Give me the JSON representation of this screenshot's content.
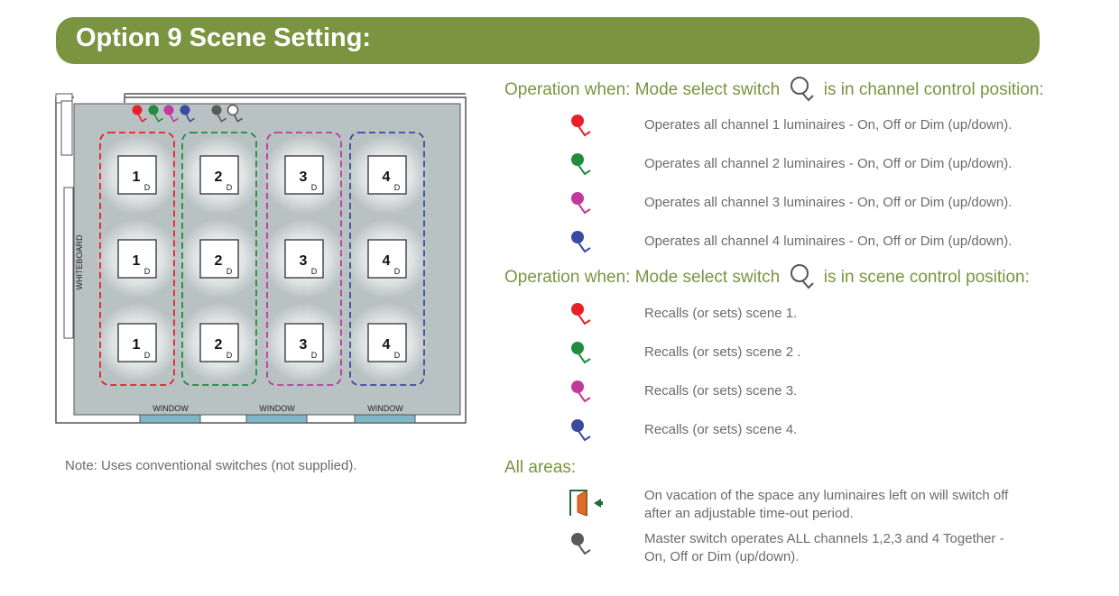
{
  "title": "Option 9 Scene Setting:",
  "colors": {
    "banner": "#7a9440",
    "heading": "#7a9440",
    "text": "#6b6b6b",
    "channel1": "#e8202a",
    "channel2": "#1f8c3e",
    "channel3": "#c0399c",
    "channel4": "#3a4aa0",
    "master": "#5a5a5a",
    "room_floor": "#b9c2c3",
    "window": "#7fb6c8"
  },
  "floorplan": {
    "whiteboard_label": "WHITEBOARD",
    "window_labels": [
      "WINDOW",
      "WINDOW",
      "WINDOW"
    ],
    "switch_icons": [
      "red-switch-icon",
      "green-switch-icon",
      "magenta-switch-icon",
      "blue-switch-icon",
      "grey-switch-icon",
      "mode-select-switch-icon"
    ],
    "columns": [
      {
        "number": "1",
        "channel": "channel1"
      },
      {
        "number": "2",
        "channel": "channel2"
      },
      {
        "number": "3",
        "channel": "channel3"
      },
      {
        "number": "4",
        "channel": "channel4"
      }
    ],
    "luminaire_suffix": "D"
  },
  "note": "Note: Uses conventional switches (not supplied).",
  "channel_section": {
    "prefix": "Operation when:",
    "middle": "Mode select switch",
    "suffix": "is in channel control position:",
    "items": [
      {
        "icon": "red-switch-icon",
        "text": "Operates all channel 1 luminaires - On, Off or Dim (up/down)."
      },
      {
        "icon": "green-switch-icon",
        "text": "Operates all channel 2 luminaires - On, Off or Dim (up/down)."
      },
      {
        "icon": "magenta-switch-icon",
        "text": "Operates all channel 3 luminaires - On, Off or Dim (up/down)."
      },
      {
        "icon": "blue-switch-icon",
        "text": "Operates all channel 4 luminaires - On, Off or Dim (up/down)."
      }
    ]
  },
  "scene_section": {
    "prefix": "Operation when:",
    "middle": "Mode select switch",
    "suffix": "is in scene control position:",
    "items": [
      {
        "icon": "red-switch-icon",
        "text": "Recalls (or sets) scene 1."
      },
      {
        "icon": "green-switch-icon",
        "text": "Recalls (or sets) scene 2 ."
      },
      {
        "icon": "magenta-switch-icon",
        "text": "Recalls (or sets) scene 3."
      },
      {
        "icon": "blue-switch-icon",
        "text": "Recalls (or sets) scene 4."
      }
    ]
  },
  "all_areas": {
    "heading": "All areas:",
    "vacancy": {
      "icon": "vacancy-exit-icon",
      "line1": "On vacation of the space any luminaires left on will switch off",
      "line2": "after an adjustable time-out period."
    },
    "master": {
      "icon": "master-switch-icon",
      "line1": "Master switch operates ALL channels 1,2,3 and 4 Together -",
      "line2": "On, Off or Dim (up/down)."
    }
  }
}
